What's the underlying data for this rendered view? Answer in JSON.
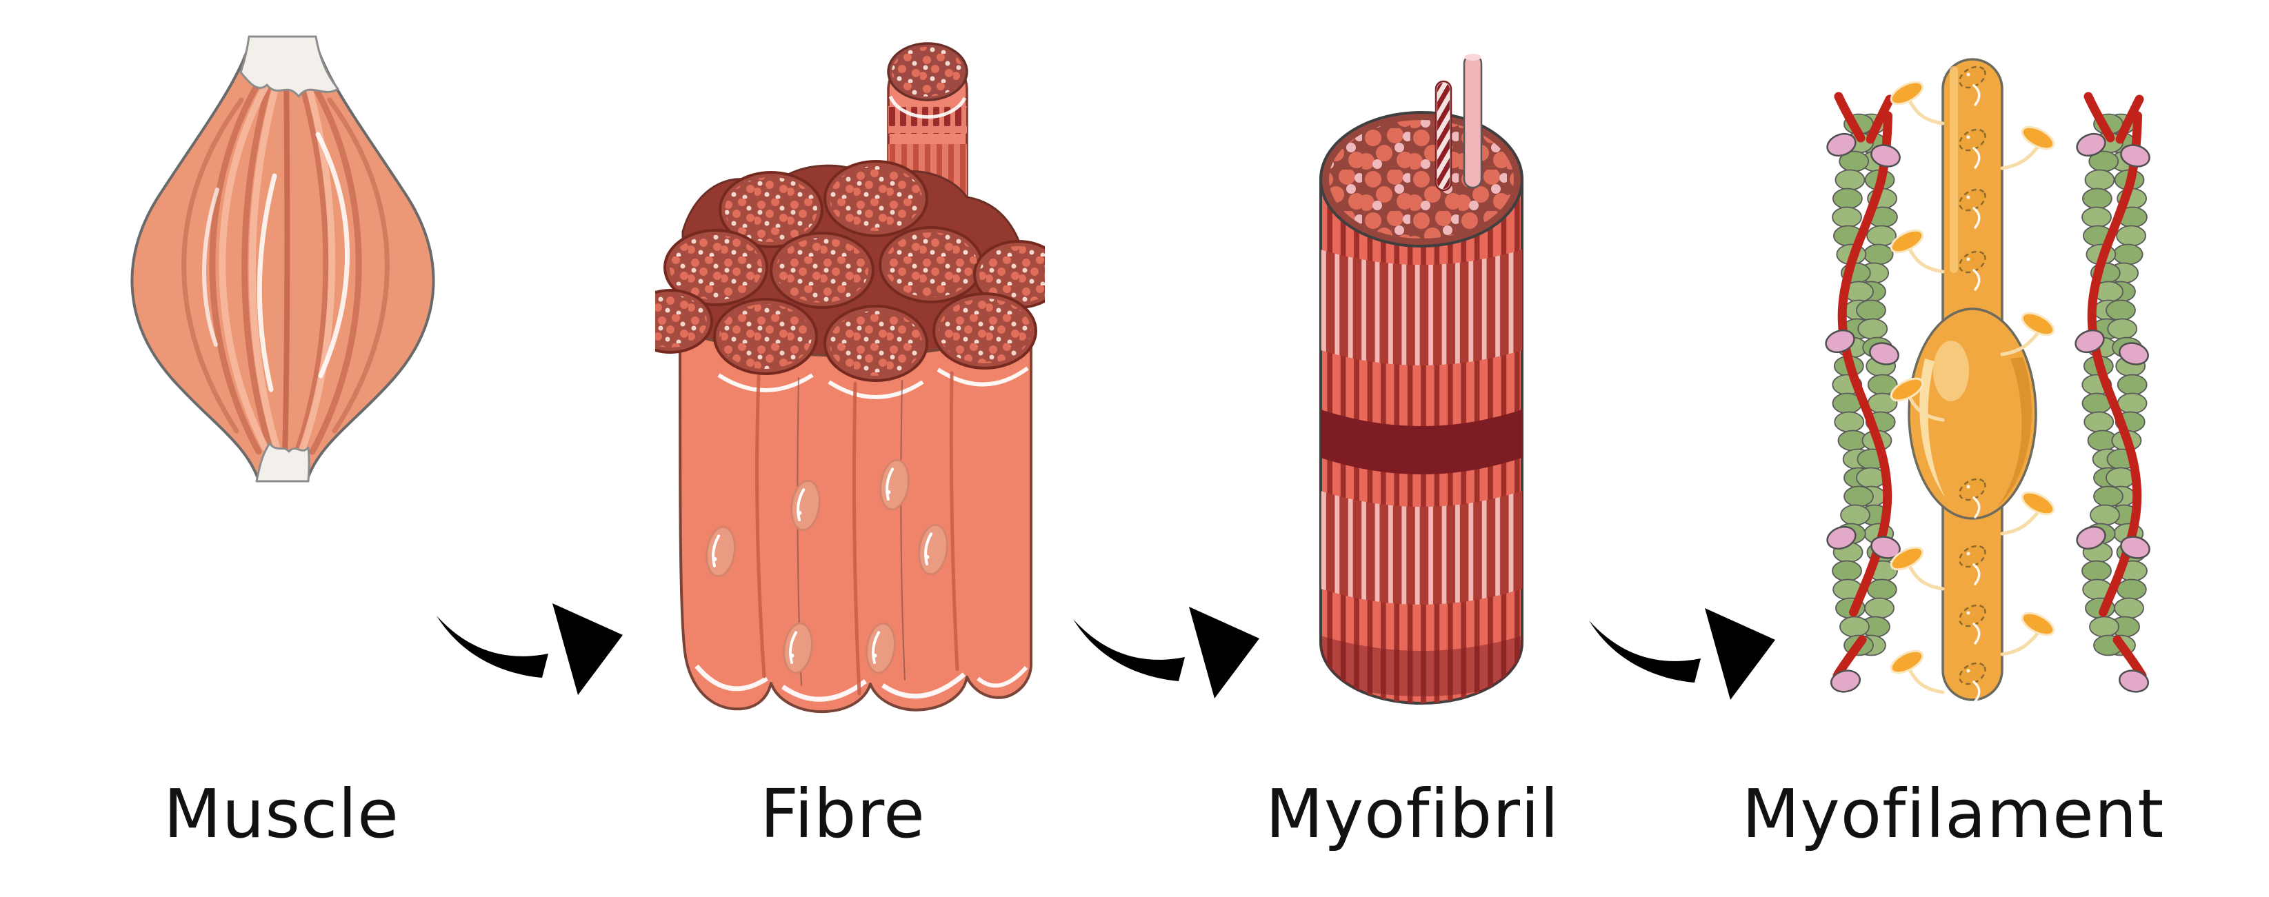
{
  "figure": {
    "title_implied": "",
    "background": "#FFFFFF",
    "stages": [
      {
        "label": "Muscle"
      },
      {
        "label": "Fibre"
      },
      {
        "label": "Myofibril"
      },
      {
        "label": "Myofilament"
      }
    ],
    "arrows": [
      {
        "icon": "curved-arrow-right-icon"
      },
      {
        "icon": "curved-arrow-right-icon"
      },
      {
        "icon": "curved-arrow-right-icon"
      }
    ],
    "palette": {
      "arrow": "#000000",
      "label_text": "#111111",
      "muscle_body": "#EC9877",
      "muscle_crease": "#D0745A",
      "tendon_white": "#F3F0EC",
      "fibre_sheath": "#F0846B",
      "cut_face_maroon": "#A54B3F",
      "cut_face_dot": "#DF6E5B",
      "cut_face_dot_light": "#F2D9CE",
      "myofibril_salmon": "#E8695A",
      "myofibril_stripe": "#9E2F28",
      "myofibril_band_maroon": "#7D1D23",
      "myosin_orange": "#F2A840",
      "actin_green": "#8CAD6B",
      "tropomyosin_red": "#C1231A",
      "troponin_pink": "#E2A9C8"
    }
  }
}
